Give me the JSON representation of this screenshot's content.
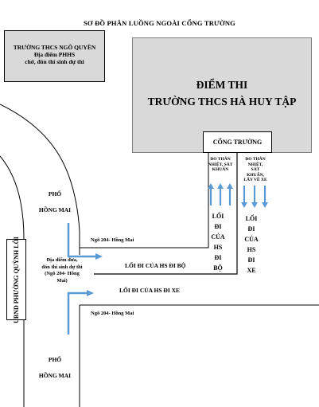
{
  "title": "SƠ ĐỒ PHÂN LUỒNG NGOÀI CỔNG TRƯỜNG",
  "school_box": {
    "line1": "TRƯỜNG THCS NGÔ QUYỀN",
    "line2": "Địa điểm PHHS",
    "line3": "chờ, đón thí sinh dự thi"
  },
  "exam_site": {
    "line1": "ĐIỂM THI",
    "line2": "TRƯỜNG THCS HÀ HUY TẬP"
  },
  "gate": "CỔNG TRƯỜNG",
  "check_left": [
    "ĐO THÂN",
    "NHIỆT, SÁT",
    "KHUẨN"
  ],
  "check_right": [
    "ĐO THÂN",
    "NHIỆT,",
    "SÁT",
    "KHUẨN,",
    "LẤY VỀ XE"
  ],
  "walk_lane": [
    "LỐI",
    "ĐI",
    "CỦA",
    "HS",
    "ĐI",
    "BỘ"
  ],
  "vehicle_lane": [
    "LỐI",
    "ĐI",
    "CỦA",
    "HS",
    "ĐI",
    "XE"
  ],
  "street_top": [
    "PHỐ",
    "HỒNG MAI"
  ],
  "street_bottom": [
    "PHỐ",
    "HỒNG MAI"
  ],
  "alley_top": "Ngõ 204- Hồng Mai",
  "alley_bottom": "Ngõ 204- Hồng Mai",
  "route_walk": "LỐI ĐI CỦA HS ĐI BỘ",
  "route_vehicle": "LỐI ĐI CỦA HS ĐI XE",
  "meeting_point": [
    "Địa điểm đưa,",
    "đón thí sinh dự thi",
    "(Ngõ 204- Hồng",
    "Mai)"
  ],
  "ubnd": "UBND PHƯỜNG QUỲNH LÔI",
  "colors": {
    "box_fill": "#d9d9d9",
    "arrow_blue": "#5b9bd5",
    "line_black": "#000000"
  }
}
